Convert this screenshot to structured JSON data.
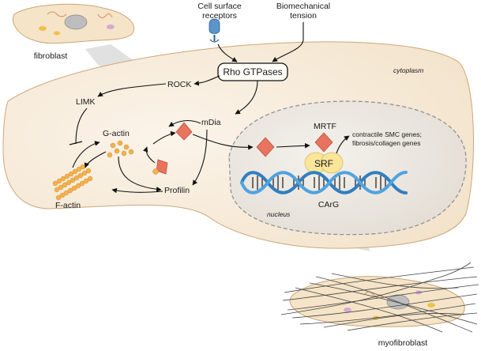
{
  "labels": {
    "fibroblast": "fibroblast",
    "receptors_line1": "Cell surface",
    "receptors_line2": "receptors",
    "tension_line1": "Biomechanical",
    "tension_line2": "tension",
    "rho": "Rho GTPases",
    "cytoplasm": "cytoplasm",
    "rock": "ROCK",
    "limk": "LIMK",
    "mdia": "mDia",
    "gactin": "G-actin",
    "factin": "F-actin",
    "profilin": "Profilin",
    "mrtf": "MRTF",
    "srf": "SRF",
    "genes_line1": "contractile SMC genes;",
    "genes_line2": "fibrosis/collagen genes",
    "carg": "CArG",
    "nucleus": "nucleus",
    "myofibroblast": "myofibroblast"
  },
  "colors": {
    "cell_fill": "#f6ead8",
    "cell_stroke": "#c9a97c",
    "nucleus_fill": "#ebe6df",
    "mrtf_fill": "#e8735e",
    "gactin_fill": "#f3b24c",
    "srf_fill": "#f9e69a",
    "dna_blue": "#2f7fc0",
    "receptor_blue": "#5b95c9",
    "transition_arrow": "#d7d7d7"
  },
  "icons": {
    "receptor": "receptor-icon",
    "mrtf": "mrtf-diamond-icon",
    "gactin": "gactin-monomer-icon",
    "factin": "factin-filament-icon",
    "dna": "dna-helix-icon",
    "srf": "srf-protein-icon"
  }
}
